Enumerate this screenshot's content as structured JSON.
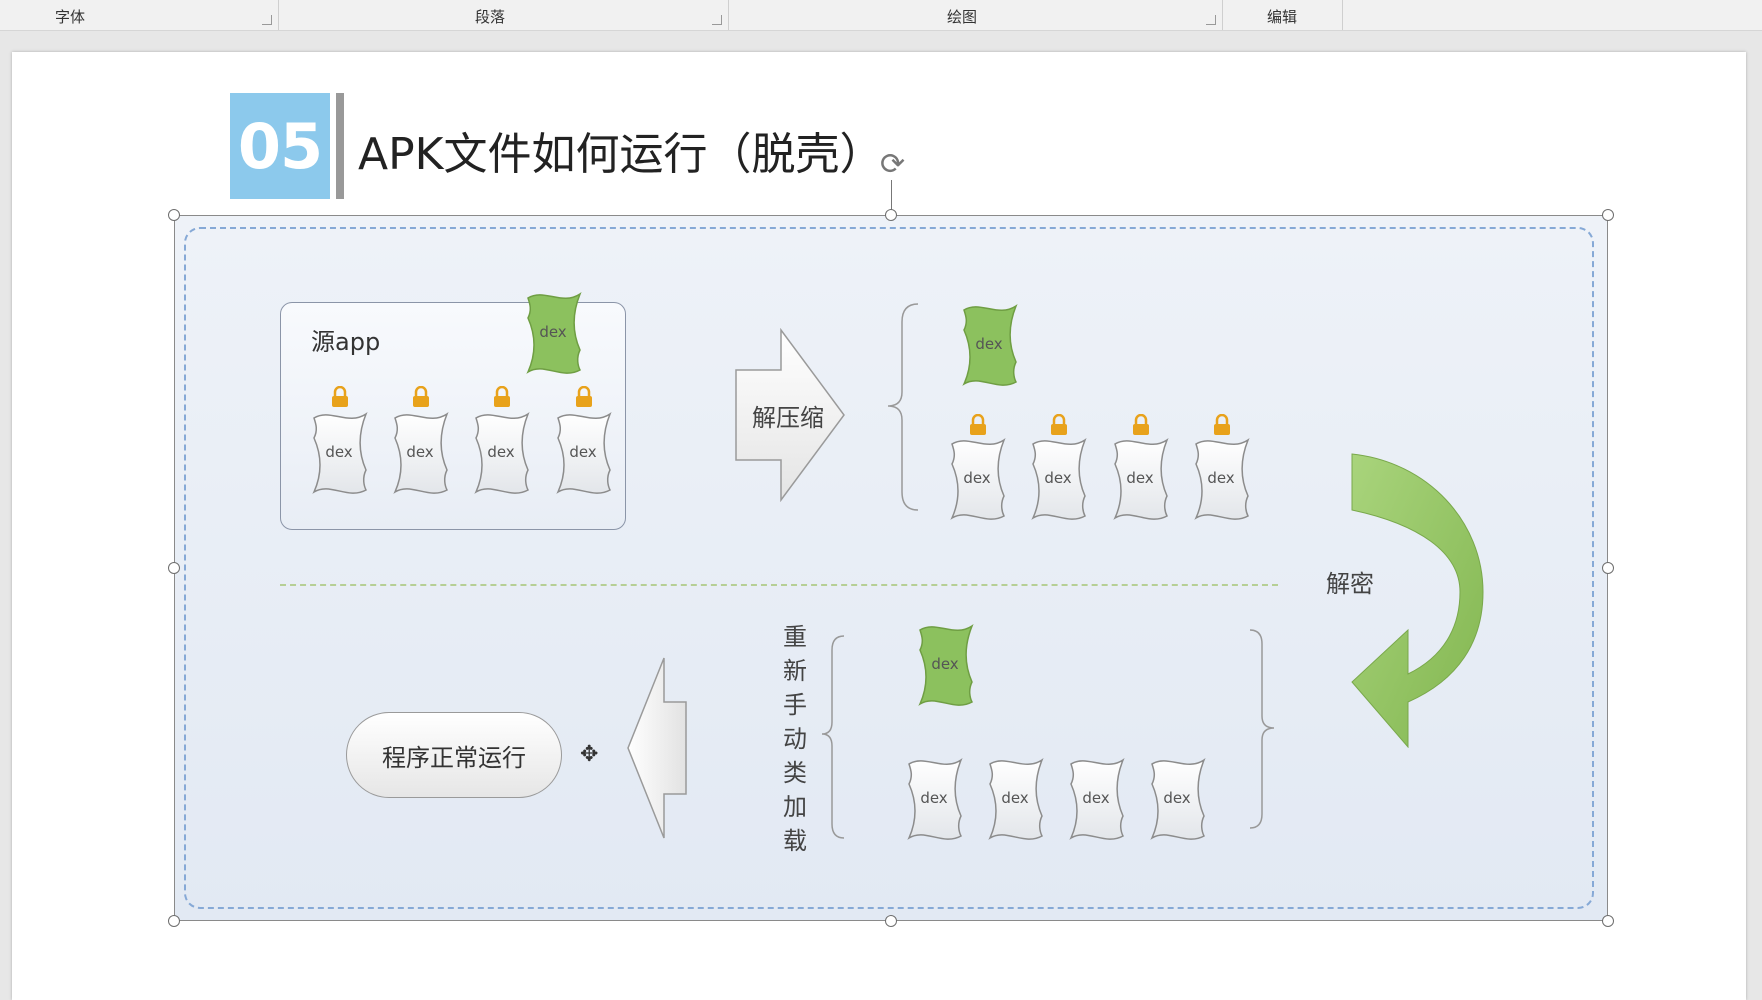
{
  "ribbon": {
    "groups": [
      {
        "label": "字体"
      },
      {
        "label": "段落"
      },
      {
        "label": "绘图"
      },
      {
        "label": "编辑"
      }
    ]
  },
  "slide": {
    "number": "05",
    "title": "APK文件如何运行（脱壳）"
  },
  "diagram": {
    "source_app_label": "源app",
    "dex_label": "dex",
    "decompress_label": "解压缩",
    "decrypt_label": "解密",
    "reload_label": "重新手动类加载",
    "run_label": "程序正常运行"
  },
  "colors": {
    "number_box": "#8cc9ec",
    "dex_green": "#8cc15e",
    "lock": "#e8a21b",
    "dashed_border": "#86a9d6",
    "separator": "#b6cf95"
  }
}
